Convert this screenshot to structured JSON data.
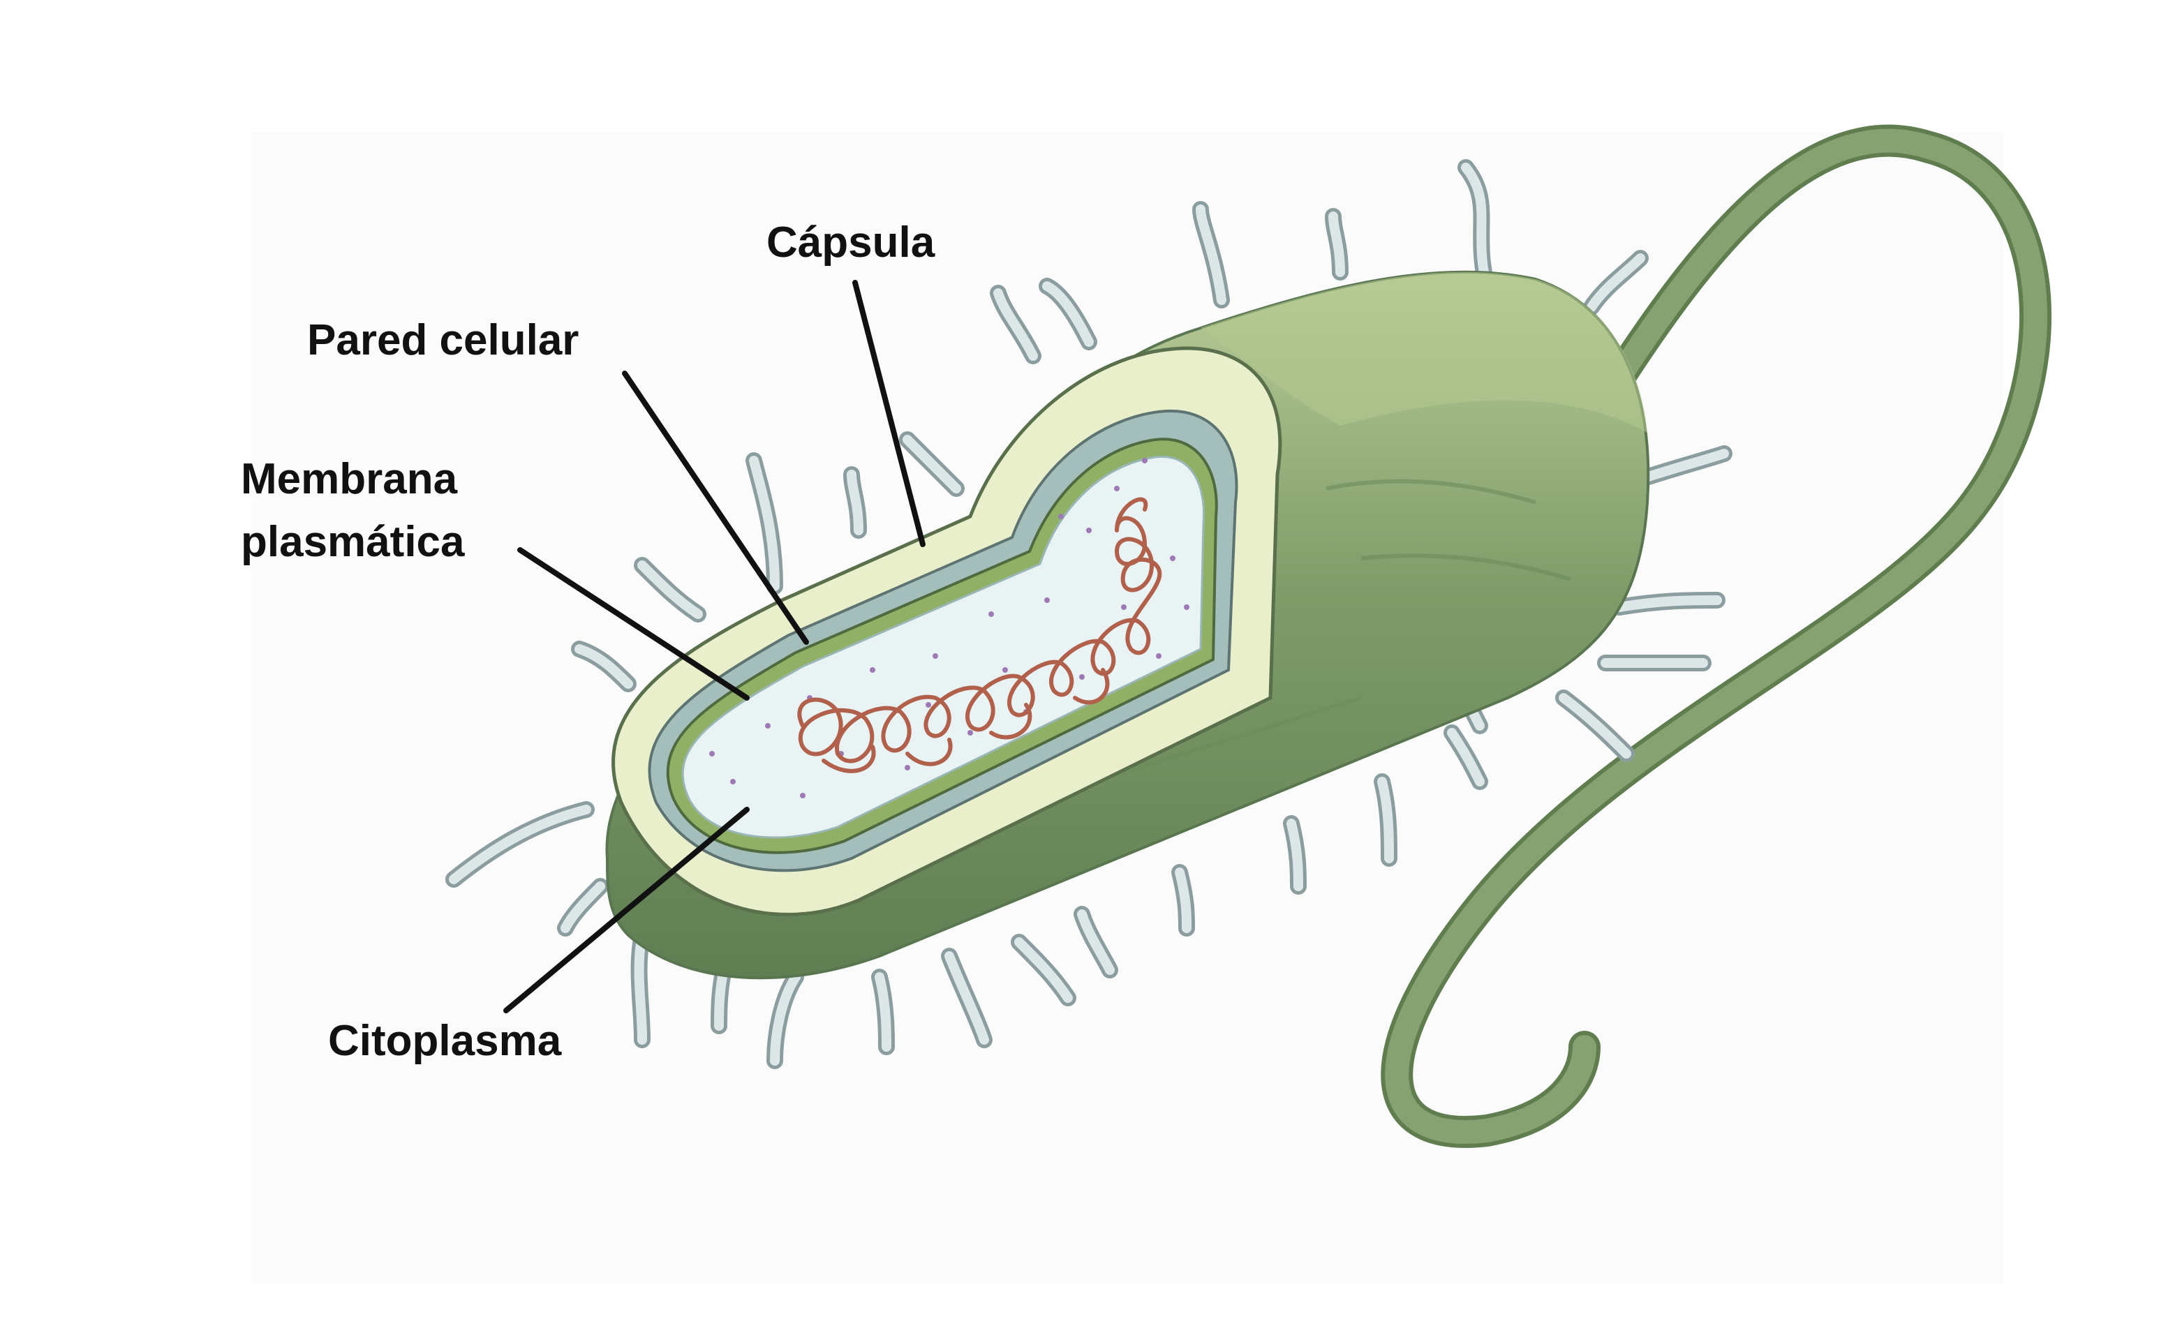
{
  "labels": {
    "capsule": "Cápsula",
    "cell_wall": "Pared celular",
    "plasma_membrane_line1": "Membrana",
    "plasma_membrane_line2": "plasmática",
    "cytoplasm": "Citoplasma"
  },
  "colors": {
    "background_panel": "#fbfbfc",
    "body_green": "#7d9a68",
    "capsule_layer": "#e8efca",
    "cell_wall_layer": "#a4bfbb",
    "membrane_layer": "#8fb065",
    "cytoplasm": "#e9f3f4",
    "dna": "#b0604b",
    "ribosomes": "#9d7ab3",
    "pili": "#d6e2e3",
    "flagellum": "#7f9c6a",
    "leader_lines": "#111111"
  }
}
